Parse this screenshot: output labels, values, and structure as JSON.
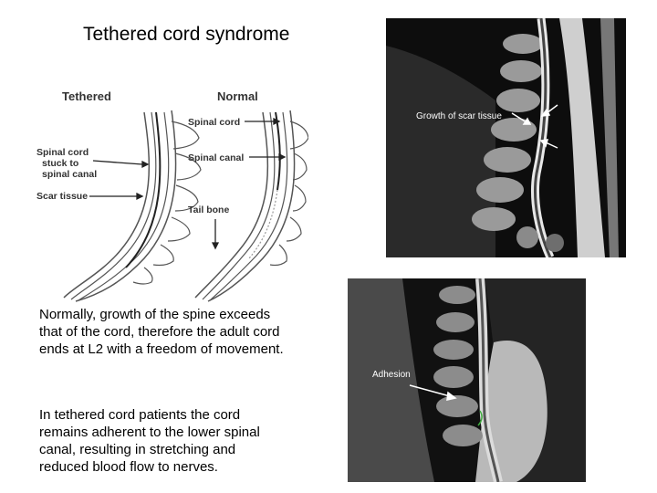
{
  "title": "Tethered cord syndrome",
  "diagram": {
    "tethered_heading": "Tethered",
    "normal_heading": "Normal",
    "labels": {
      "spinal_cord": "Spinal cord",
      "spinal_canal": "Spinal canal",
      "stuck_line1": "Spinal cord",
      "stuck_line2": "stuck to",
      "stuck_line3": "spinal canal",
      "scar_tissue": "Scar tissue",
      "tail_bone": "Tail bone"
    }
  },
  "paragraphs": {
    "p1": "Normally, growth of the spine exceeds that of the cord, therefore the adult cord ends at L2 with a freedom of movement.",
    "p2": "In tethered cord patients the cord remains adherent to the lower spinal canal, resulting in stretching and reduced blood flow to nerves."
  },
  "mri_top": {
    "label": "Growth of scar tissue"
  },
  "mri_bottom": {
    "label": "Adhesion"
  }
}
